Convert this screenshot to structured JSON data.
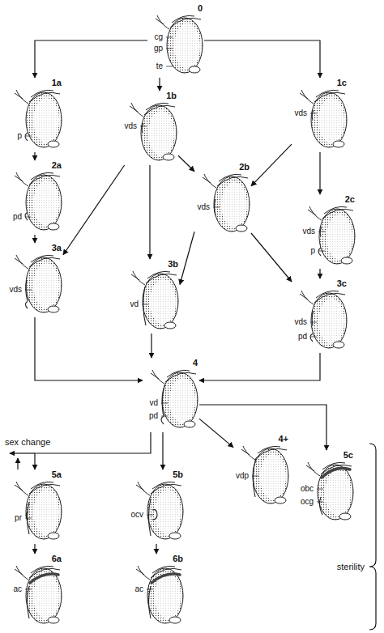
{
  "diagram": {
    "nodes": [
      {
        "text": [
          "0"
        ]
      },
      {
        "text": [
          "1a"
        ]
      },
      {
        "text": [
          "1b"
        ]
      },
      {
        "text": [
          "1c"
        ]
      },
      {
        "text": [
          "2a"
        ]
      },
      {
        "text": [
          "2b"
        ]
      },
      {
        "text": [
          "2c"
        ]
      },
      {
        "text": [
          "3a"
        ]
      },
      {
        "text": [
          "3b"
        ]
      },
      {
        "text": [
          "3c"
        ]
      },
      {
        "text": [
          "4"
        ]
      },
      {
        "text": [
          "4+"
        ]
      },
      {
        "text": [
          "5a"
        ]
      },
      {
        "text": [
          "5b"
        ]
      },
      {
        "text": [
          "5c"
        ]
      },
      {
        "text": [
          "6a"
        ]
      },
      {
        "text": [
          "6b"
        ]
      }
    ],
    "edges": [
      {
        "from": 0,
        "to": 1,
        "arrow": "to"
      },
      {
        "from": 0,
        "to": 2,
        "arrow": "to"
      },
      {
        "from": 0,
        "to": 3,
        "arrow": "to"
      },
      {
        "from": 1,
        "to": 4,
        "arrow": "to"
      },
      {
        "from": 2,
        "to": 7,
        "arrow": "to"
      },
      {
        "from": 2,
        "to": 5,
        "arrow": "to"
      },
      {
        "from": 2,
        "to": 8,
        "arrow": "to"
      },
      {
        "from": 3,
        "to": 5,
        "arrow": "to"
      },
      {
        "from": 3,
        "to": 6,
        "arrow": "to"
      },
      {
        "from": 4,
        "to": 7,
        "arrow": "to"
      },
      {
        "from": 5,
        "to": 8,
        "arrow": "to"
      },
      {
        "from": 5,
        "to": 9,
        "arrow": "to"
      },
      {
        "from": 6,
        "to": 9,
        "arrow": "to"
      },
      {
        "from": 7,
        "to": 10,
        "arrow": "to"
      },
      {
        "from": 8,
        "to": 10,
        "arrow": "to"
      },
      {
        "from": 9,
        "to": 10,
        "arrow": "to"
      },
      {
        "from": 10,
        "to": 12,
        "arrow": "to"
      },
      {
        "from": 10,
        "to": 13,
        "arrow": "to"
      },
      {
        "from": 10,
        "to": 11,
        "arrow": "to"
      },
      {
        "from": 10,
        "to": 14,
        "arrow": "to"
      },
      {
        "from": 12,
        "to": 15,
        "arrow": "to"
      },
      {
        "from": 13,
        "to": 16,
        "arrow": "to"
      }
    ],
    "labels": [
      "cg",
      "gp",
      "te",
      "p",
      "vds",
      "vds",
      "pd",
      "vds",
      "vds",
      "p",
      "vds",
      "vd",
      "vds",
      "pd",
      "vd",
      "pd",
      "vdp",
      "sex change",
      "pr",
      "ocv",
      "obc",
      "ocg",
      "ac",
      "ac",
      "sterility"
    ]
  }
}
